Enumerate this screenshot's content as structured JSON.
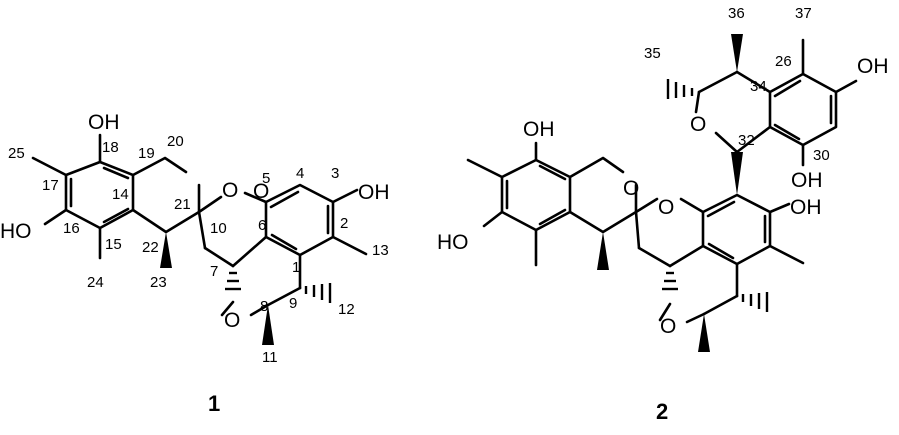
{
  "compound_labels": {
    "compound_1": "1",
    "compound_2": "2"
  },
  "atoms": {
    "oh": "OH",
    "ho": "HO",
    "o": "O"
  },
  "locants": {
    "c1": "1",
    "c2": "2",
    "c3": "3",
    "c4": "4",
    "c5": "5",
    "c6": "6",
    "c7": "7",
    "c8": "8",
    "c9": "9",
    "c10": "10",
    "c11": "11",
    "c12": "12",
    "c13": "13",
    "c14": "14",
    "c15": "15",
    "c16": "16",
    "c17": "17",
    "c18": "18",
    "c19": "19",
    "c20": "20",
    "c21": "21",
    "c22": "22",
    "c23": "23",
    "c24": "24",
    "c25": "25",
    "c26": "26",
    "c30": "30",
    "c32": "32",
    "c34": "34",
    "c35": "35",
    "c36": "36",
    "c37": "37"
  }
}
